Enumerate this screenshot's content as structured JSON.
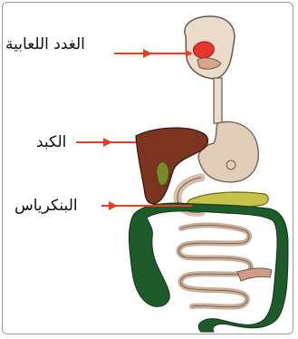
{
  "labels": {
    "salivary_glands": "الغدد اللعابية",
    "liver": "الكبد",
    "pancreas": "البنكرياس"
  },
  "colors": {
    "arrow": "#e5401f",
    "liver": "#7a3420",
    "intestine": "#1e5a2a",
    "pancreas": "#c6c24a",
    "skin": "#e8d2bd",
    "gland": "#e8342a"
  }
}
